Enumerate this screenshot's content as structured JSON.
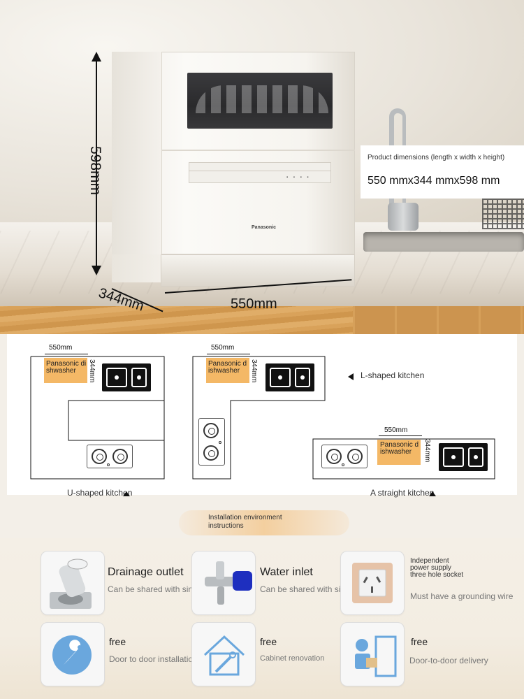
{
  "hero": {
    "height_label": "598mm",
    "depth_label": "344mm",
    "width_label": "550mm",
    "brand": "Panasonic",
    "spec_title": "Product dimensions (length x width x height)",
    "spec_value": "550 mmx344 mmx598 mm"
  },
  "diagrams": {
    "u_shaped": {
      "label": "U-shaped kitchen",
      "width": "550mm",
      "depth": "344mm",
      "appliance": "Panasonic dishwasher"
    },
    "l_shaped": {
      "label": "L-shaped kitchen",
      "width": "550mm",
      "depth": "344mm",
      "appliance": "Panasonic dishwasher"
    },
    "straight": {
      "label": "A straight kitchen",
      "width": "550mm",
      "depth": "344mm",
      "appliance": "Panasonic dishwasher"
    }
  },
  "installation": {
    "heading": "Installation environment instructions",
    "features": [
      {
        "title": "Drainage outlet",
        "sub": "Can be shared with sink",
        "icon": "drain-icon"
      },
      {
        "title": "Water inlet",
        "sub": "Can be shared with sink",
        "icon": "valve-icon"
      },
      {
        "title": "Independent power supply three hole socket",
        "sub": "Must have a grounding wire",
        "icon": "socket-icon"
      },
      {
        "title": "free",
        "sub": "Door to door installation",
        "icon": "wrench-icon"
      },
      {
        "title": "free",
        "sub": "Cabinet renovation",
        "icon": "house-tools-icon"
      },
      {
        "title": "free",
        "sub": "Door-to-door delivery",
        "icon": "delivery-icon"
      }
    ]
  },
  "colors": {
    "accent_orange": "#f4b866",
    "pill": "#f3cf9f",
    "valve_blue": "#1e2fbf",
    "wrench_blue": "#6aa7dd"
  }
}
